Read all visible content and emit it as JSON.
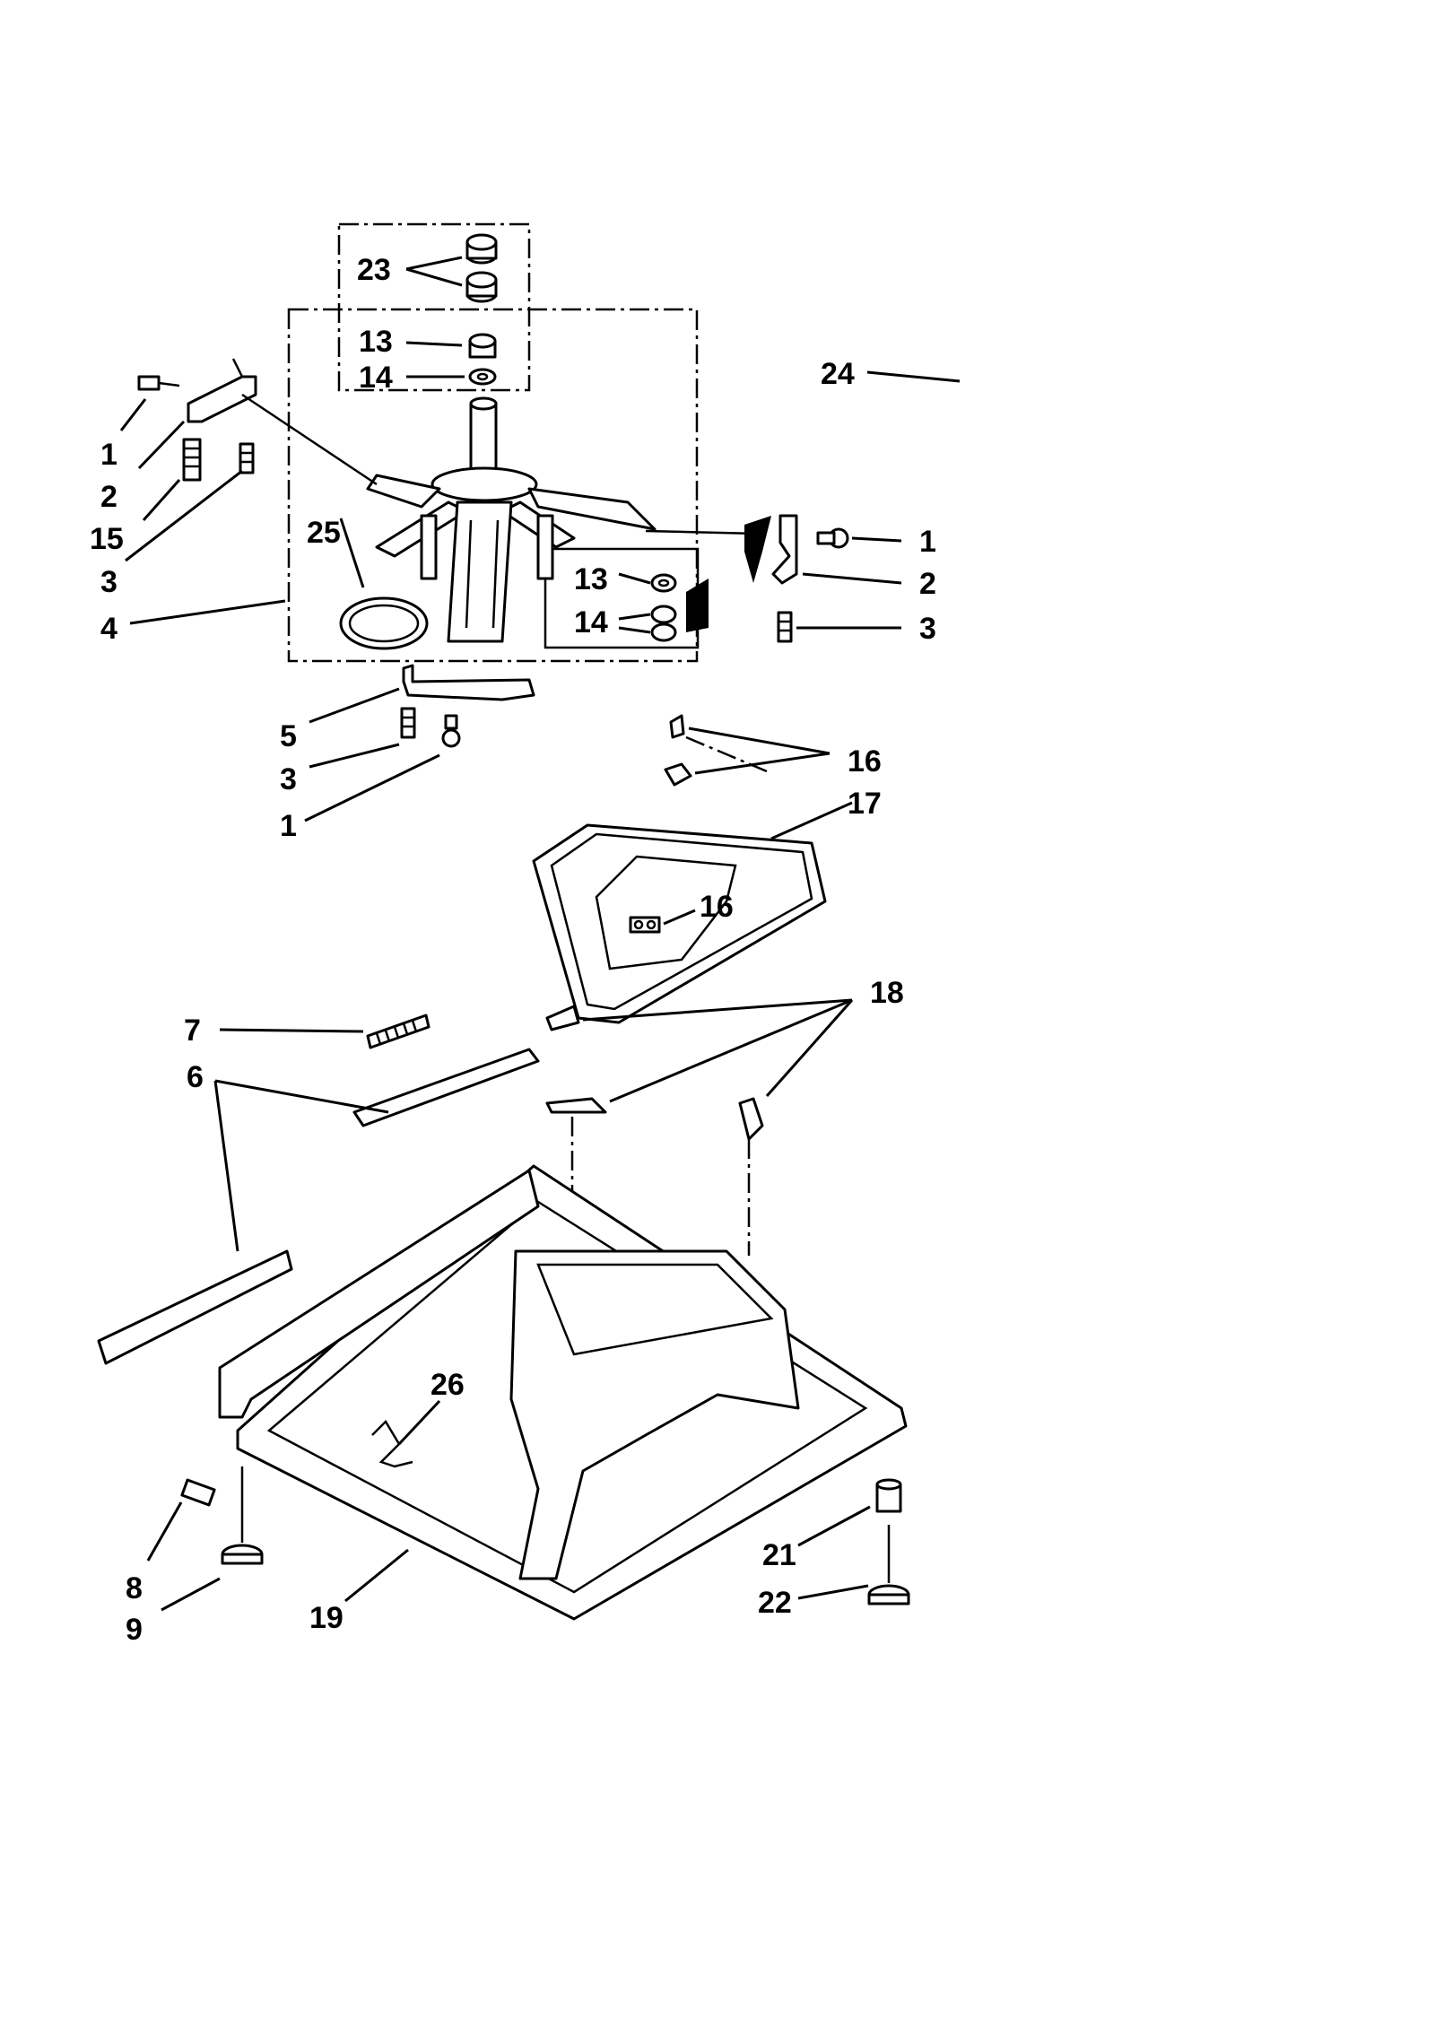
{
  "diagram": {
    "colors": {
      "ink": "#000000",
      "paper": "#ffffff"
    },
    "callouts": [
      {
        "id": "23",
        "text": "23"
      },
      {
        "id": "13",
        "text": "13"
      },
      {
        "id": "14",
        "text": "14"
      },
      {
        "id": "24",
        "text": "24"
      },
      {
        "id": "1",
        "text": "1"
      },
      {
        "id": "2",
        "text": "2"
      },
      {
        "id": "15",
        "text": "15"
      },
      {
        "id": "3",
        "text": "3"
      },
      {
        "id": "25",
        "text": "25"
      },
      {
        "id": "4",
        "text": "4"
      },
      {
        "id": "13b",
        "text": "13"
      },
      {
        "id": "14b",
        "text": "14"
      },
      {
        "id": "1b",
        "text": "1"
      },
      {
        "id": "2b",
        "text": "2"
      },
      {
        "id": "3b",
        "text": "3"
      },
      {
        "id": "5",
        "text": "5"
      },
      {
        "id": "3c",
        "text": "3"
      },
      {
        "id": "1c",
        "text": "1"
      },
      {
        "id": "16",
        "text": "16"
      },
      {
        "id": "17",
        "text": "17"
      },
      {
        "id": "16b",
        "text": "16"
      },
      {
        "id": "7",
        "text": "7"
      },
      {
        "id": "18",
        "text": "18"
      },
      {
        "id": "6",
        "text": "6"
      },
      {
        "id": "26",
        "text": "26"
      },
      {
        "id": "8",
        "text": "8"
      },
      {
        "id": "9",
        "text": "9"
      },
      {
        "id": "19",
        "text": "19"
      },
      {
        "id": "21",
        "text": "21"
      },
      {
        "id": "22",
        "text": "22"
      }
    ]
  }
}
